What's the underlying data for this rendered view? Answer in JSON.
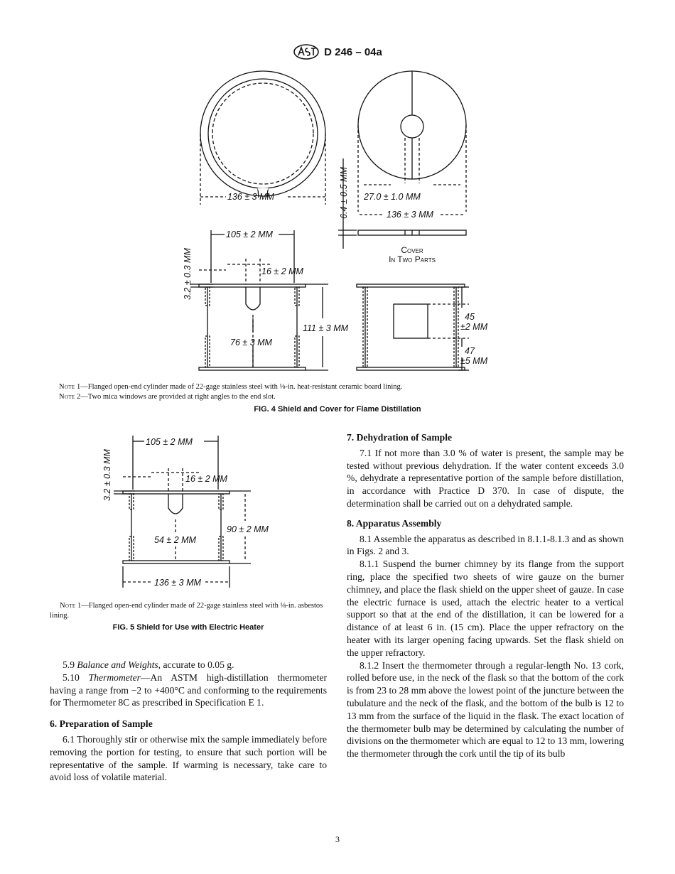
{
  "header": {
    "logo": "astm-logo",
    "designation": "D 246 – 04a"
  },
  "fig4": {
    "dims": {
      "ring_dia": "136 ± 3 MM",
      "cover_thick": "6.4 ± 0.5 MM",
      "cover_hole": "27.0 ± 1.0 MM",
      "cover_dia": "136 ± 3 MM",
      "cover_label_1": "Cover",
      "cover_label_2": "In Two Parts",
      "cyl_top": "105 ± 2 MM",
      "flange_thick": "3.2 ± 0.3 MM",
      "slot_width": "16 ± 2 MM",
      "height": "111 ± 3 MM",
      "slot_depth": "76 ± 3 MM",
      "win_top_1": "45",
      "win_top_2": "±2 MM",
      "win_bot_1": "47",
      "win_bot_2": "±5 MM"
    },
    "note1_label": "Note",
    "note1": " 1—Flanged open-end cylinder made of 22-gage stainless steel with ⅛-in. heat-resistant ceramic board lining.",
    "note2_label": "Note",
    "note2": " 2—Two mica windows are provided at right angles to the end slot.",
    "caption": "FIG. 4 Shield and Cover for Flame Distillation"
  },
  "fig5": {
    "dims": {
      "top": "105 ± 2 MM",
      "flange_thick": "3.2 ± 0.3 MM",
      "slot_width": "16 ± 2 MM",
      "height": "90 ± 2 MM",
      "slot_depth": "54 ± 2 MM",
      "bottom": "136 ± 3 MM"
    },
    "note1_label": "Note",
    "note1": " 1—Flanged open-end cylinder made of 22-gage stainless steel with ⅛-in. asbestos lining.",
    "caption": "FIG. 5 Shield for Use with Electric Heater"
  },
  "left_col": {
    "p59_num": "5.9 ",
    "p59_title": "Balance and Weights",
    "p59_text": ", accurate to 0.05 g.",
    "p510_num": "5.10 ",
    "p510_title": "Thermometer",
    "p510_text": "—An ASTM high-distillation thermometer having a range from −2 to +400°C and conforming to the requirements for Thermometer 8C as prescribed in Specification E 1.",
    "h6": "6. Preparation of Sample",
    "p61": "6.1 Thoroughly stir or otherwise mix the sample immediately before removing the portion for testing, to ensure that such portion will be representative of the sample. If warming is necessary, take care to avoid loss of volatile material."
  },
  "right_col": {
    "h7": "7. Dehydration of Sample",
    "p71": "7.1 If not more than 3.0 % of water is present, the sample may be tested without previous dehydration. If the water content exceeds 3.0 %, dehydrate a representative portion of the sample before distillation, in accordance with Practice D 370. In case of dispute, the determination shall be carried out on a dehydrated sample.",
    "h8": "8. Apparatus Assembly",
    "p81": "8.1 Assemble the apparatus as described in 8.1.1-8.1.3 and as shown in Figs. 2 and 3.",
    "p811": "8.1.1 Suspend the burner chimney by its flange from the support ring, place the specified two sheets of wire gauze on the burner chimney, and place the flask shield on the upper sheet of gauze. In case the electric furnace is used, attach the electric heater to a vertical support so that at the end of the distillation, it can be lowered for a distance of at least 6 in. (15 cm). Place the upper refractory on the heater with its larger opening facing upwards. Set the flask shield on the upper refractory.",
    "p812": "8.1.2 Insert the thermometer through a regular-length No. 13 cork, rolled before use, in the neck of the flask so that the bottom of the cork is from 23 to 28 mm above the lowest point of the juncture between the tubulature and the neck of the flask, and the bottom of the bulb is 12 to 13 mm from the surface of the liquid in the flask. The exact location of the thermometer bulb may be determined by calculating the number of divisions on the thermometer which are equal to 12 to 13 mm, lowering the thermometer through the cork until the tip of its bulb"
  },
  "footer": {
    "page": "3"
  }
}
